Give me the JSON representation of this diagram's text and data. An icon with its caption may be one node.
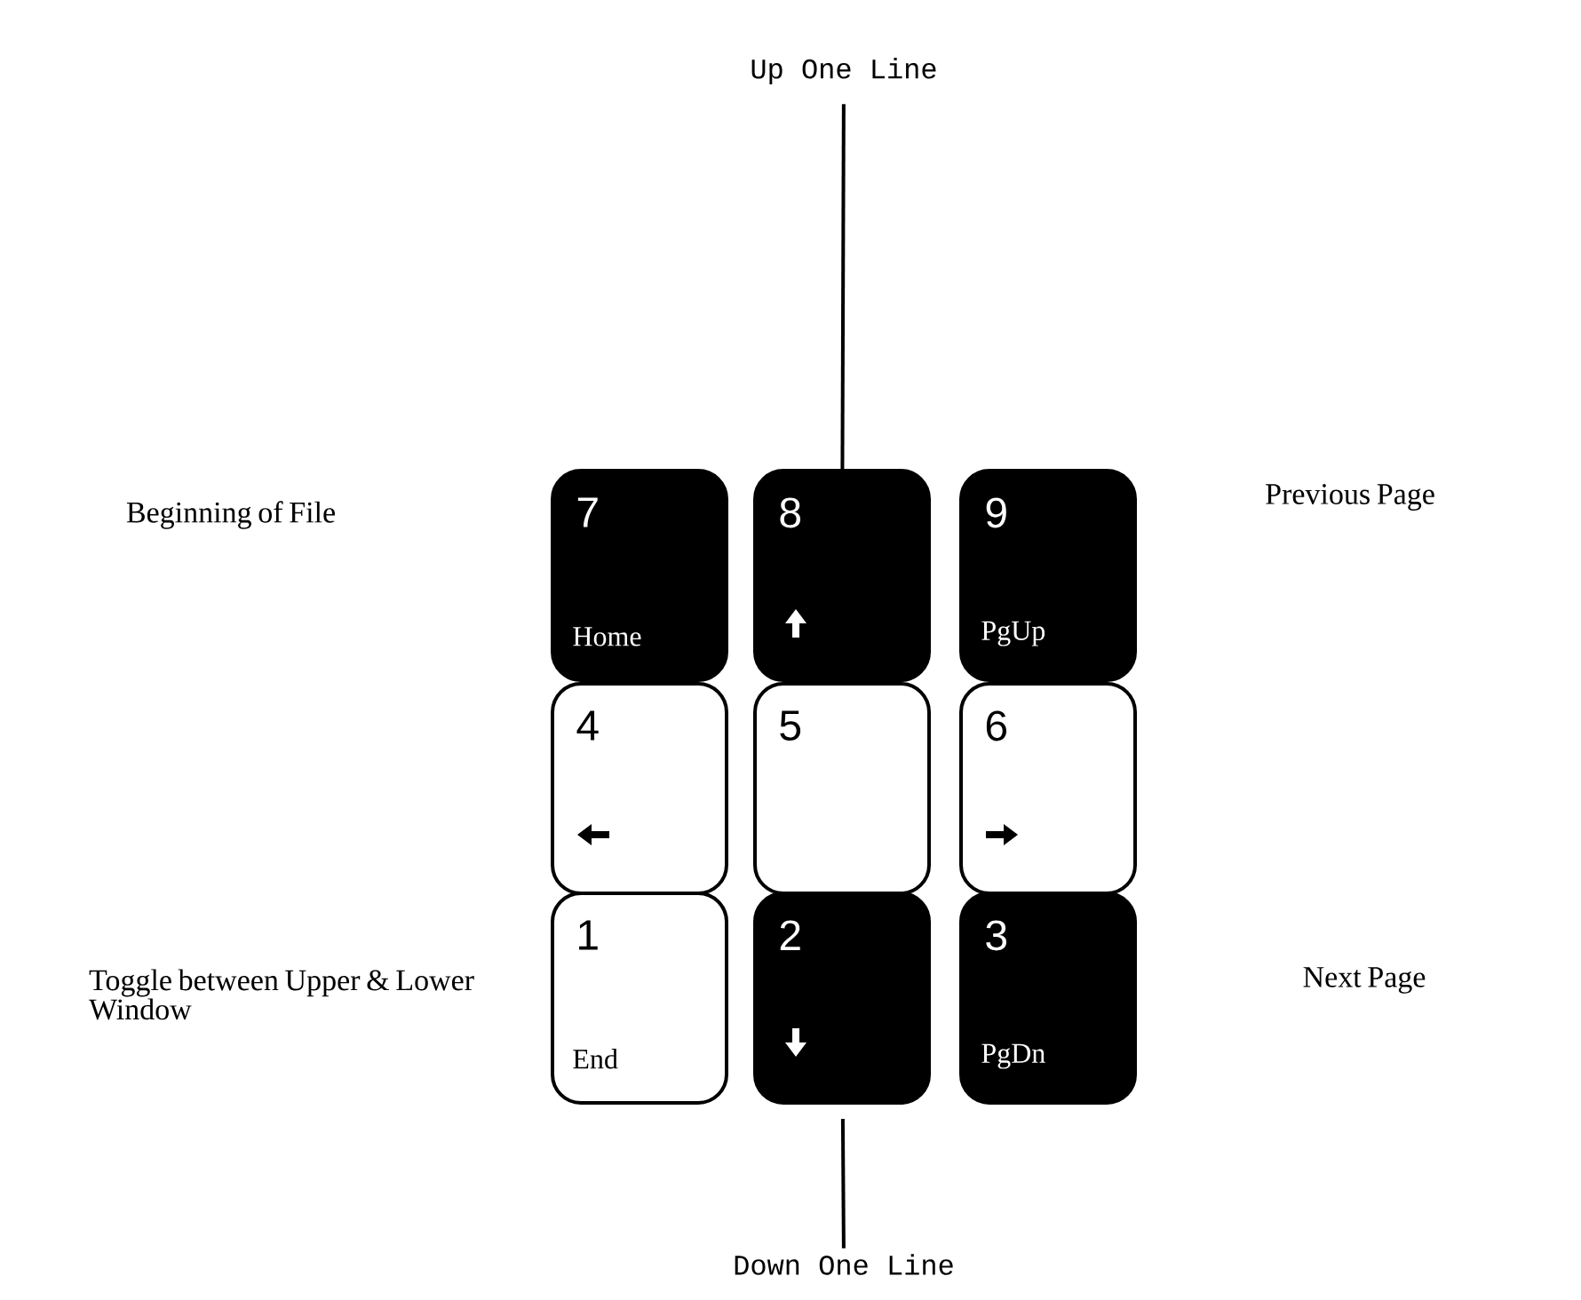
{
  "diagram": {
    "nodes": [
      {
        "text": [
          "Up One Line"
        ]
      },
      {
        "text": [
          "7",
          "Home"
        ]
      },
      {
        "text": [
          "8"
        ]
      },
      {
        "text": [
          "9",
          "PgUp"
        ]
      },
      {
        "text": [
          "4"
        ]
      },
      {
        "text": [
          "5"
        ]
      },
      {
        "text": [
          "6"
        ]
      },
      {
        "text": [
          "1",
          "End"
        ]
      },
      {
        "text": [
          "2"
        ]
      },
      {
        "text": [
          "3",
          "PgDn"
        ]
      },
      {
        "text": [
          "Down One Line"
        ]
      }
    ],
    "edges": [
      {
        "from": 0,
        "to": 2,
        "arrow": "none"
      },
      {
        "from": 8,
        "to": 10,
        "arrow": "none"
      }
    ],
    "labels": [
      "Beginning of File",
      "Previous Page",
      "Toggle between Upper & Lower Window",
      "Next Page"
    ]
  }
}
